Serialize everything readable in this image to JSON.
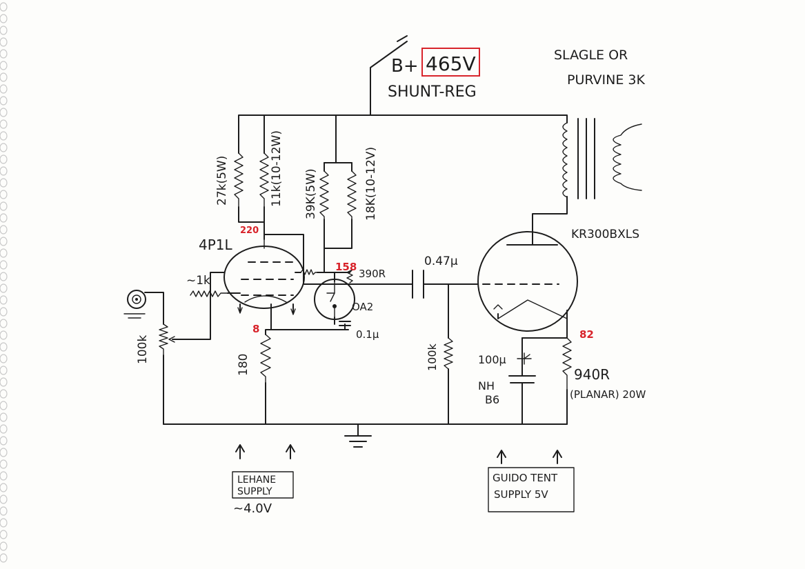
{
  "labels": {
    "b_plus": "B+",
    "b_plus_voltage": "465V",
    "shunt_reg": "SHUNT-REG",
    "transformer_line1": "SLAGLE OR",
    "transformer_line2": "PURVINE 3K",
    "r_27k": "27k(5W)",
    "r_11k": "11k(10-12W)",
    "r_39k": "39K(5W)",
    "r_18k": "18K(10-12V)",
    "tube_4p1l": "4P1L",
    "node_220": "220",
    "r_1k": "~1k",
    "node_158": "158",
    "r_390": "390R",
    "oa2": "OA2",
    "c_0_1": "0.1µ",
    "node_8": "8",
    "r_180": "180",
    "pot_100k": "100k",
    "c_047": "0.47µ",
    "r_100k_grid": "100k",
    "tube_kr300": "KR300BXLS",
    "node_82": "82",
    "c_100u": "100µ",
    "c_nh_line1": "NH",
    "c_nh_line2": "B6",
    "r_940": "940R",
    "r_940_spec": "(PLANAR) 20W",
    "lehane_line1": "LEHANE",
    "lehane_line2": "SUPPLY",
    "lehane_voltage": "~4.0V",
    "guido_line1": "GUIDO TENT",
    "guido_line2": "SUPPLY 5V"
  },
  "colors": {
    "ink": "#1c1c1c",
    "annotation_red": "#d8232a",
    "paper": "#fdfdfb"
  }
}
